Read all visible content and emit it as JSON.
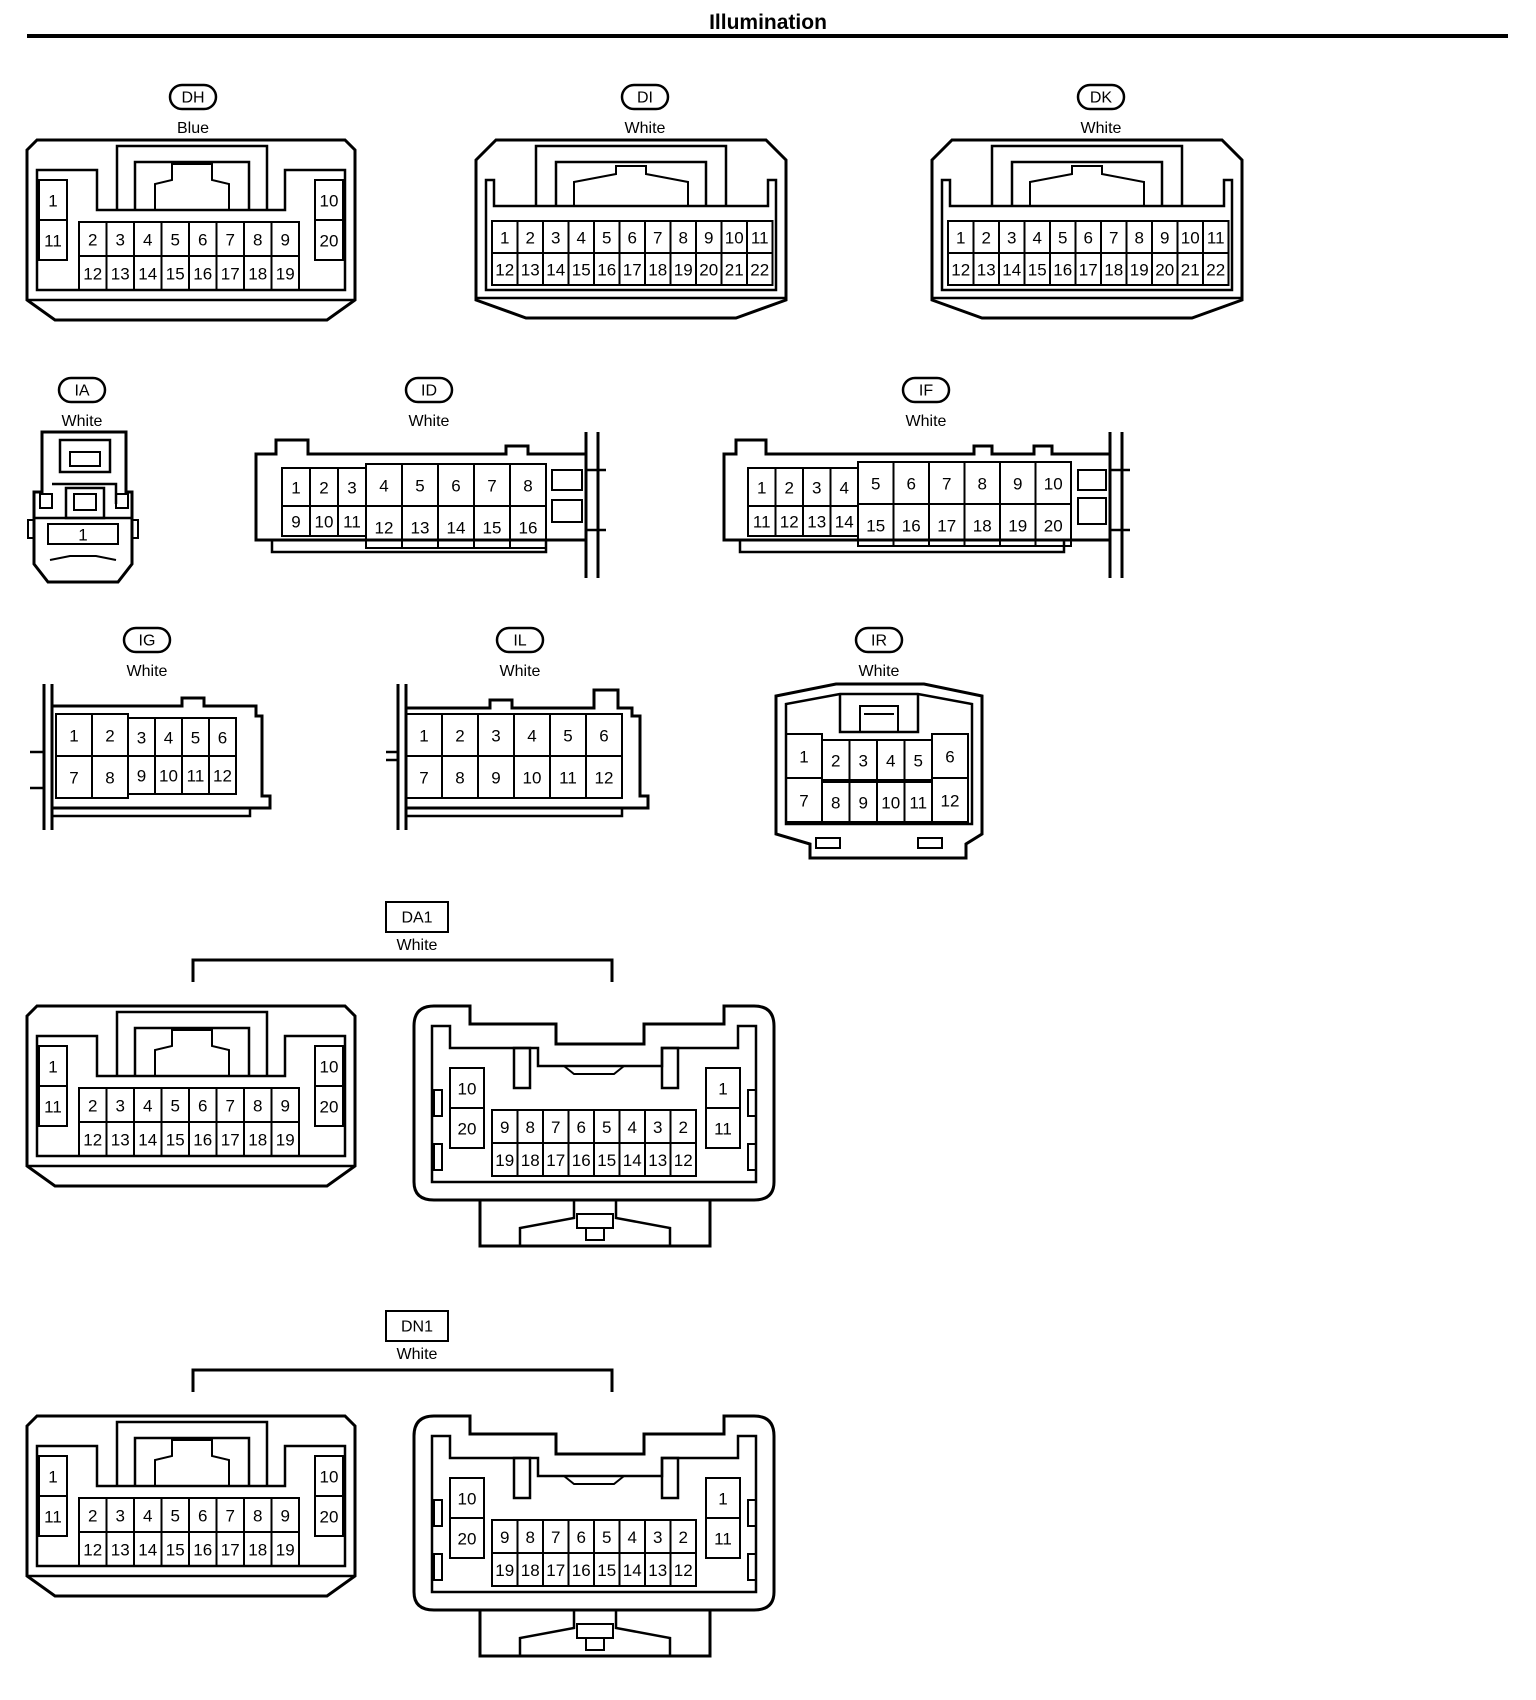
{
  "title": "Illumination",
  "connectors": [
    {
      "id": "DH",
      "color": "Blue",
      "pins": [
        "1",
        "2",
        "3",
        "4",
        "5",
        "6",
        "7",
        "8",
        "9",
        "10",
        "11",
        "12",
        "13",
        "14",
        "15",
        "16",
        "17",
        "18",
        "19",
        "20"
      ]
    },
    {
      "id": "DI",
      "color": "White",
      "pins": [
        "1",
        "2",
        "3",
        "4",
        "5",
        "6",
        "7",
        "8",
        "9",
        "10",
        "11",
        "12",
        "13",
        "14",
        "15",
        "16",
        "17",
        "18",
        "19",
        "20",
        "21",
        "22"
      ]
    },
    {
      "id": "DK",
      "color": "White",
      "pins": [
        "1",
        "2",
        "3",
        "4",
        "5",
        "6",
        "7",
        "8",
        "9",
        "10",
        "11",
        "12",
        "13",
        "14",
        "15",
        "16",
        "17",
        "18",
        "19",
        "20",
        "21",
        "22"
      ]
    },
    {
      "id": "IA",
      "color": "White",
      "pins": [
        "1"
      ]
    },
    {
      "id": "ID",
      "color": "White",
      "pins": [
        "1",
        "2",
        "3",
        "4",
        "5",
        "6",
        "7",
        "8",
        "9",
        "10",
        "11",
        "12",
        "13",
        "14",
        "15",
        "16"
      ]
    },
    {
      "id": "IF",
      "color": "White",
      "pins": [
        "1",
        "2",
        "3",
        "4",
        "5",
        "6",
        "7",
        "8",
        "9",
        "10",
        "11",
        "12",
        "13",
        "14",
        "15",
        "16",
        "17",
        "18",
        "19",
        "20"
      ]
    },
    {
      "id": "IG",
      "color": "White",
      "pins": [
        "1",
        "2",
        "3",
        "4",
        "5",
        "6",
        "7",
        "8",
        "9",
        "10",
        "11",
        "12"
      ]
    },
    {
      "id": "IL",
      "color": "White",
      "pins": [
        "1",
        "2",
        "3",
        "4",
        "5",
        "6",
        "7",
        "8",
        "9",
        "10",
        "11",
        "12"
      ]
    },
    {
      "id": "IR",
      "color": "White",
      "pins": [
        "1",
        "2",
        "3",
        "4",
        "5",
        "6",
        "7",
        "8",
        "9",
        "10",
        "11",
        "12"
      ]
    }
  ],
  "junctions": [
    {
      "id": "DA1",
      "color": "White"
    },
    {
      "id": "DN1",
      "color": "White"
    }
  ]
}
